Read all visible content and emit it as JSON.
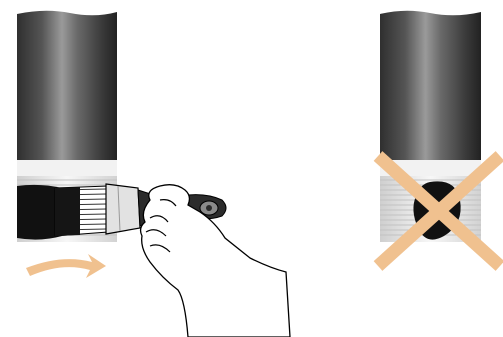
{
  "illustration": {
    "panels": [
      {
        "id": "correct",
        "objects": [
          "pipe",
          "threaded-end",
          "paintbrush",
          "hand",
          "rotation-arrow"
        ]
      },
      {
        "id": "incorrect",
        "objects": [
          "pipe",
          "threaded-end",
          "paint-blob",
          "cross-mark"
        ]
      }
    ]
  },
  "colors": {
    "pipe_dark": "#2a2a2a",
    "pipe_mid": "#6e6e6e",
    "pipe_light": "#9a9a9a",
    "thread_light": "#e6e6e6",
    "thread_line": "#bdbdbd",
    "paint": "#111111",
    "arrow": "#f0c18f",
    "cross": "#f0c18f",
    "brush_handle": "#2b2b2b",
    "brush_ferrule": "#d9d9d9",
    "skin": "#ffffff",
    "outline": "#000000"
  }
}
